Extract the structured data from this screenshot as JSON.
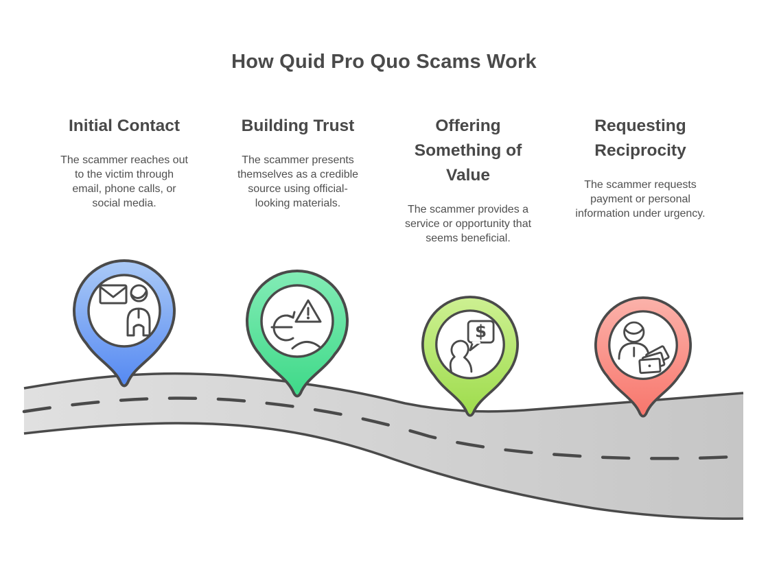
{
  "title": "How Quid Pro Quo Scams Work",
  "steps": [
    {
      "heading": "Initial Contact",
      "body": "The scammer reaches out\nto the victim through\nemail, phone calls, or\nsocial media.",
      "icon": "envelope-person-icon",
      "colors": {
        "top": "#abcaf6",
        "bottom": "#5589f2"
      }
    },
    {
      "heading": "Building Trust",
      "body": "The scammer presents\nthemselves as a credible\nsource using official-\nlooking materials.",
      "icon": "euro-warning-icon",
      "colors": {
        "top": "#83ecb6",
        "bottom": "#3ed988"
      }
    },
    {
      "heading": "Offering\nSomething of\nValue",
      "body": "The scammer provides a\nservice or opportunity that\nseems beneficial.",
      "icon": "person-dollar-chat-icon",
      "colors": {
        "top": "#cdf092",
        "bottom": "#9edc4c"
      }
    },
    {
      "heading": "Requesting\nReciprocity",
      "body": "The scammer requests\npayment or personal\ninformation under urgency.",
      "icon": "person-money-cards-icon",
      "colors": {
        "top": "#fbb2aa",
        "bottom": "#f8766c"
      }
    }
  ],
  "glyphs": {
    "euro": "€",
    "dollar": "$"
  },
  "road": {
    "fill_left": "#e0e0e0",
    "fill_right": "#c6c6c6",
    "line_color": "#4a4a4a"
  }
}
